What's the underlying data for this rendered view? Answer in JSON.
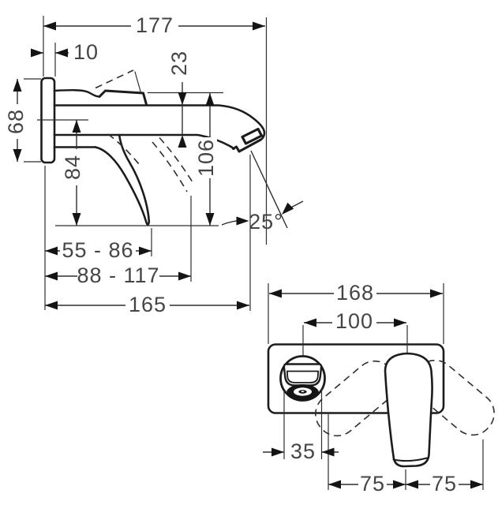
{
  "drawing": {
    "type": "technical-dimension-drawing",
    "subject": "wall-mounted single lever basin mixer, side view and front view",
    "colors": {
      "background": "#ffffff",
      "line": "#1c1c1c",
      "dimension_text": "#454545"
    }
  },
  "dimensions": {
    "side_view": {
      "total_projection": "177",
      "plate_thickness": "10",
      "plate_height": "68",
      "spout_diameter": "23",
      "handle_drop": "84",
      "outlet_drop": "106",
      "spray_angle": "25°",
      "outlet_range": "55 - 86",
      "reach_range": "88 - 117",
      "outlet_projection": "165"
    },
    "front_view": {
      "plate_width": "168",
      "centers_distance": "100",
      "spout_width": "35",
      "swing_left": "75",
      "swing_right": "75"
    }
  }
}
